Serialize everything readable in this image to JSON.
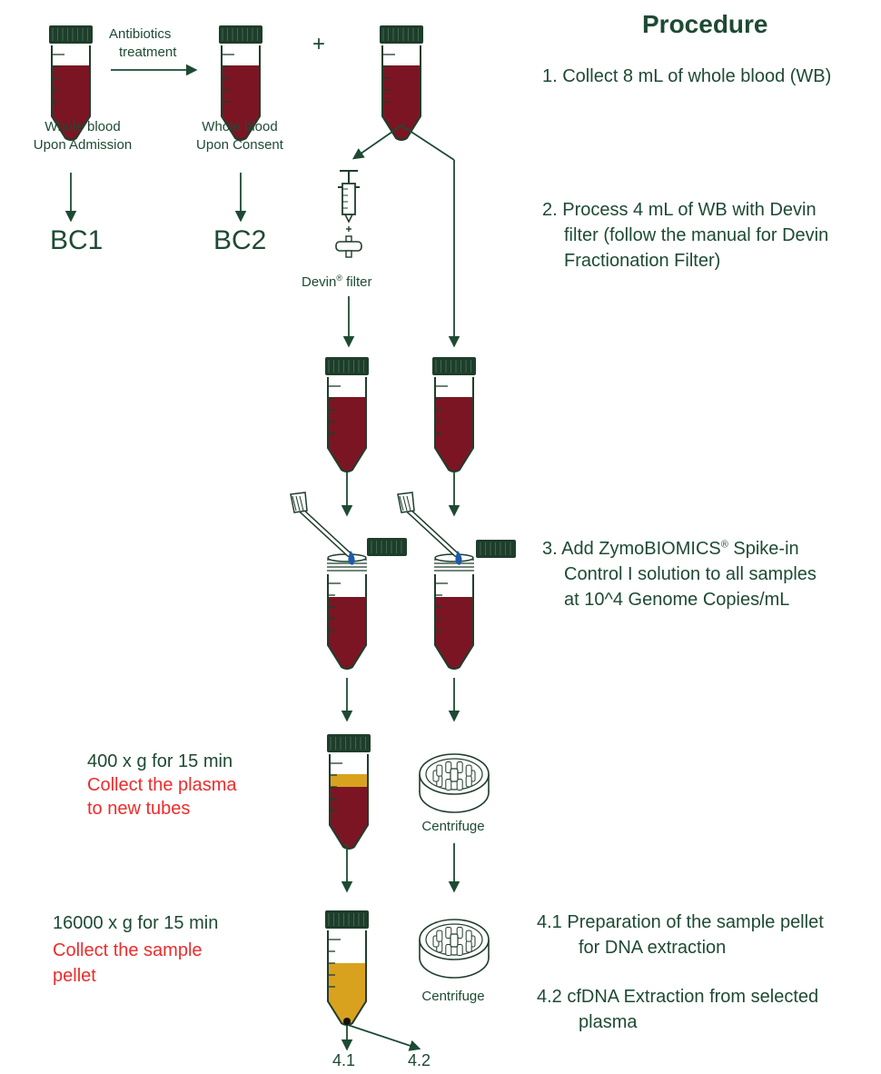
{
  "heading": "Procedure",
  "steps": {
    "s1": "1. Collect 8 mL of whole blood (WB)",
    "s2_line1": "2. Process 4 mL of WB with Devin",
    "s2_line2": "filter (follow the manual for Devin",
    "s2_line3": "Fractionation Filter)",
    "s3_line1": "3. Add ZymoBIOMICS",
    "s3_sup": "®",
    "s3_line1_end": " Spike-in",
    "s3_line2": "Control I solution to all samples",
    "s3_line3": "at 10^4 Genome Copies/mL",
    "s41_line1": "4.1 Preparation of the sample pellet",
    "s41_line2": "for DNA extraction",
    "s42_line1": "4.2 cfDNA Extraction from selected",
    "s42_line2": "plasma"
  },
  "left_column": {
    "antibiotics_line1": "Antibiotics",
    "antibiotics_line2": "treatment",
    "plus": "+",
    "tube1_line1": "Whole blood",
    "tube1_line2": "Upon Admission",
    "tube2_line1": "Whole blood",
    "tube2_line2": "Upon Consent",
    "bc1": "BC1",
    "bc2": "BC2",
    "devin_label": "Devin",
    "devin_sup": "®",
    "devin_label_end": " filter"
  },
  "centrifuge_steps": {
    "spin1": "400 x g for 15 min",
    "spin1_note_line1": "Collect the plasma",
    "spin1_note_line2": "to new tubes",
    "spin2": "16000 x g for 15 min",
    "spin2_note_line1": "Collect the sample",
    "spin2_note_line2": "pellet",
    "centrifuge_label_1": "Centrifuge",
    "centrifuge_label_2": "Centrifuge"
  },
  "outputs": {
    "out1": "4.1",
    "out2": "4.2"
  },
  "colors": {
    "text_dark_green": "#1e4a33",
    "text_red": "#ee2b2b",
    "cap_green": "#1f3d2b",
    "blood_red": "#7b1523",
    "plasma_yellow": "#d9a21e",
    "drop_blue": "#1c5aa8"
  }
}
